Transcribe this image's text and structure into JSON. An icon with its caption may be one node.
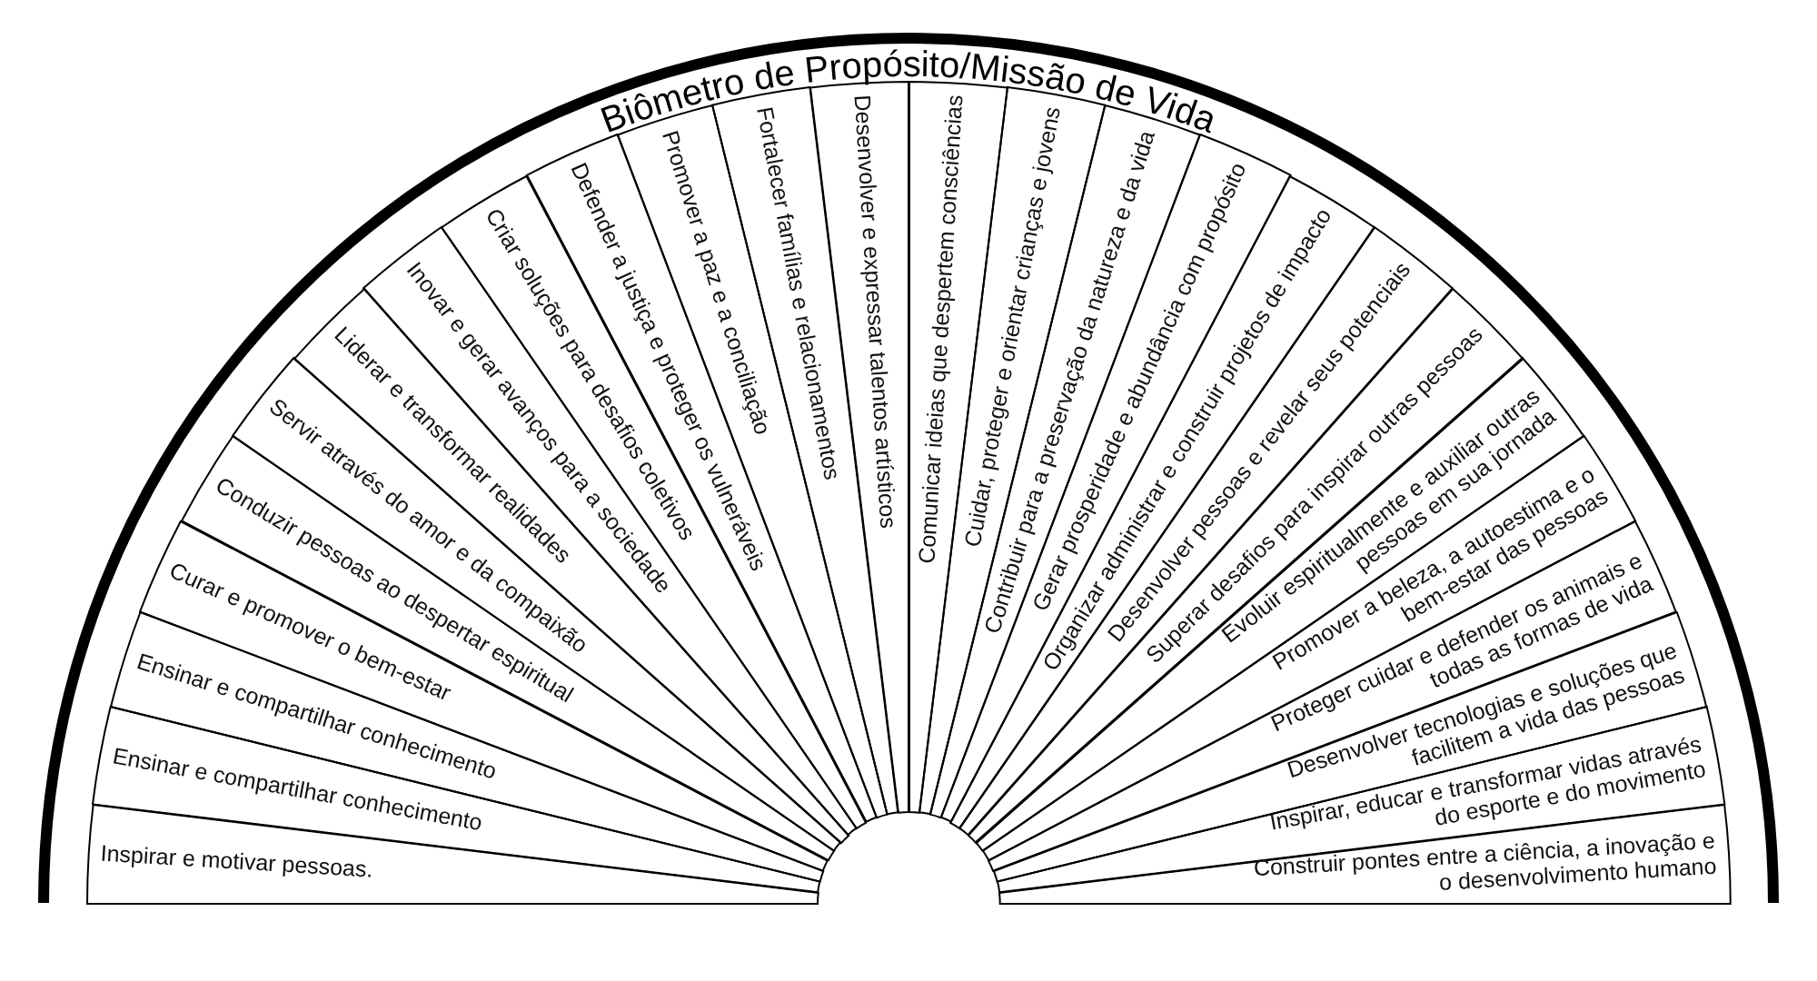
{
  "diagram": {
    "title": "Biômetro de Propósito/Missão de Vida",
    "nodes": [
      {
        "text": [
          "Inspirar e motivar pessoas."
        ]
      },
      {
        "text": [
          "Ensinar e compartilhar conhecimento"
        ]
      },
      {
        "text": [
          "Ensinar e compartilhar conhecimento"
        ]
      },
      {
        "text": [
          "Curar e promover o bem-estar"
        ]
      },
      {
        "text": [
          "Conduzir pessoas ao despertar espiritual"
        ]
      },
      {
        "text": [
          "Servir através do amor e da compaixão"
        ]
      },
      {
        "text": [
          "Liderar e transformar realidades"
        ]
      },
      {
        "text": [
          "Inovar e gerar avanços para a sociedade"
        ]
      },
      {
        "text": [
          "Criar soluções para desafios coletivos"
        ]
      },
      {
        "text": [
          "Defender a justiça e proteger os vulneráveis"
        ]
      },
      {
        "text": [
          "Promover a paz e a conciliação"
        ]
      },
      {
        "text": [
          "Fortalecer famílias e relacionamentos"
        ]
      },
      {
        "text": [
          "Desenvolver e expressar talentos artísticos"
        ]
      },
      {
        "text": [
          "Comunicar ideias que despertem consciências"
        ]
      },
      {
        "text": [
          "Cuidar, proteger e orientar crianças e jovens"
        ]
      },
      {
        "text": [
          "Contribuir para a preservação da natureza e da vida"
        ]
      },
      {
        "text": [
          "Gerar prosperidade e abundância com propósito"
        ]
      },
      {
        "text": [
          "Organizar administrar e construir projetos de impacto"
        ]
      },
      {
        "text": [
          "Desenvolver pessoas e revelar seus potenciais"
        ]
      },
      {
        "text": [
          "Superar desafios para inspirar outras pessoas"
        ]
      },
      {
        "text": [
          "Evoluir espiritualmente e auxiliar outras pessoas em sua jornada"
        ]
      },
      {
        "text": [
          "Promover a beleza, a autoestima e o bem-estar das pessoas"
        ]
      },
      {
        "text": [
          "Proteger cuidar e defender os animais e todas as formas de vida"
        ]
      },
      {
        "text": [
          "Desenvolver tecnologias e soluções que facilitem a vida das pessoas"
        ]
      },
      {
        "text": [
          "Inspirar, educar e transformar vidas através do esporte e do movimento"
        ]
      },
      {
        "text": [
          "Construir pontes entre a ciência, a inovação e o desenvolvimento humano"
        ]
      }
    ]
  }
}
